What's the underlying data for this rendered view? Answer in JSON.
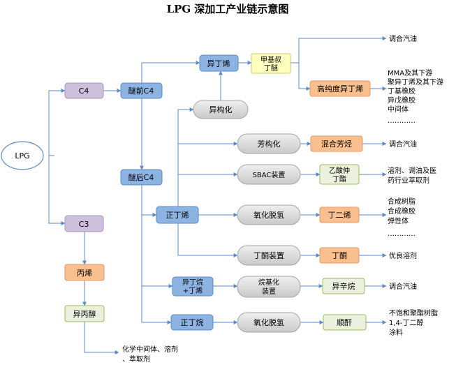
{
  "title": "LPG 深加工产业链示意图",
  "nodes": {
    "lpg": "LPG",
    "c4": "C4",
    "c3": "C3",
    "ether_pre_c4": "醚前C4",
    "ether_post_c4": "醚后C4",
    "isobutene": "异丁烯",
    "mtbe_line1": "甲基叔",
    "mtbe_line2": "丁醚",
    "high_purity_isobutene": "高纯度异丁烯",
    "isomerization": "异构化",
    "aromatization": "芳构化",
    "mixed_aromatics": "混合芳烃",
    "sbac": "SBAC装置",
    "sec_butyl_acetate_line1": "乙酸仲",
    "sec_butyl_acetate_line2": "丁酯",
    "n_butene": "正丁烯",
    "oxidative_dehydrogenation_1": "氧化脱氢",
    "butadiene": "丁二烯",
    "butanone_unit": "丁酮装置",
    "butanone": "丁酮",
    "isobutane_butene_line1": "异丁烷",
    "isobutane_butene_line2": "+丁烯",
    "alkylation_line1": "烷基化",
    "alkylation_line2": "装置",
    "isooctane": "异辛烷",
    "n_butane": "正丁烷",
    "oxidative_dehydrogenation_2": "氧化脱氢",
    "maleic_anhydride": "顺酐",
    "propylene": "丙烯",
    "isopropanol": "异丙醇"
  },
  "outputs": {
    "blend_gasoline_1": "调合汽油",
    "mma_group": [
      "MMA及其下游",
      "聚异丁烯及其下游",
      "丁基橡胶",
      "异戊橡胶",
      "中间体",
      "…………"
    ],
    "blend_gasoline_2": "调合汽油",
    "solvent_group": [
      "溶剂、调油及医",
      "药行业萃取剂"
    ],
    "resin_group": [
      "合成树脂",
      "合成橡胶",
      "弹性体",
      "…………"
    ],
    "fine_solvent": "优良溶剂",
    "blend_gasoline_3": "调合汽油",
    "ma_group": [
      "不饱和聚酯树脂",
      "1,4-丁二醇",
      "涂料"
    ],
    "ipa_group": [
      "化学中间体、溶剂",
      "、萃取剂"
    ]
  },
  "colors": {
    "line": "#5b8bc6",
    "lpg_fill": "#ffffff",
    "lpg_stroke": "#5b8bc6",
    "purple_fill": "#cdc0dc",
    "purple_stroke": "#a896c0",
    "blue_fill": "#8db3e2",
    "blue_stroke": "#5b8bc6",
    "gray_fill": "#d9d9d9",
    "gray_stroke": "#a6a6a6",
    "yellow_fill": "#ffffc0",
    "yellow_stroke": "#c8c870",
    "orange_fill": "#fabf8f",
    "orange_stroke": "#e09a68",
    "green_fill": "#ebf1de",
    "green_stroke": "#9bbb59"
  }
}
